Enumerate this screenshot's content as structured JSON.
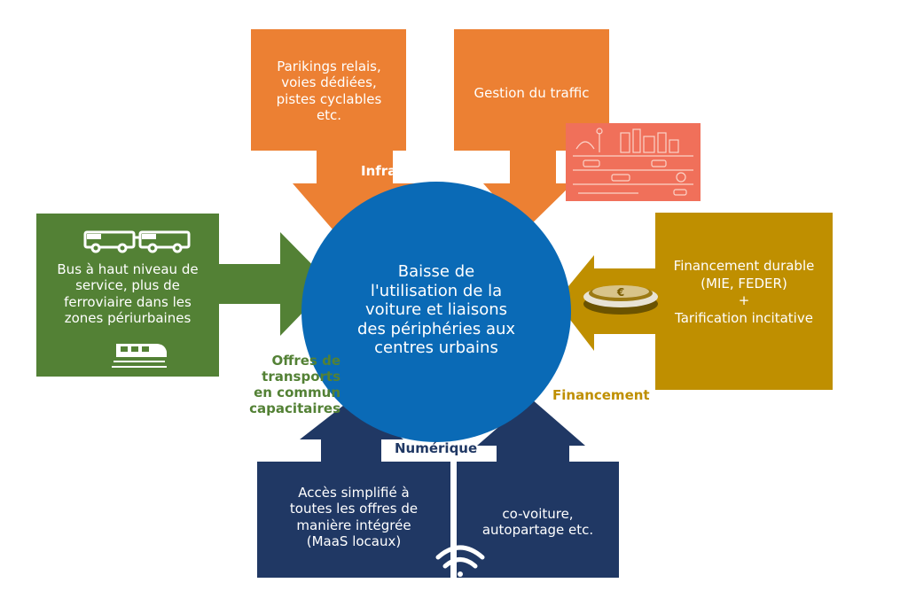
{
  "center": {
    "lines": [
      "Baisse de",
      "l'utilisation de la",
      "voiture et liaisons",
      "des périphéries aux",
      "centres urbains"
    ]
  },
  "infrastructures": {
    "label": "Infrastructures",
    "box1_lines": [
      "Parikings relais,",
      "voies dédiées,",
      "pistes cyclables",
      "etc."
    ],
    "box2_lines": [
      "Gestion du traffic"
    ]
  },
  "transports": {
    "label_lines": [
      "Offres de",
      "transports",
      "en commun",
      "capacitaires"
    ],
    "box_lines": [
      "Bus à haut niveau de",
      "service, plus de",
      "ferroviaire dans les",
      "zones périurbaines"
    ]
  },
  "financement": {
    "label": "Financement",
    "box_lines": [
      "Financement durable",
      "(MIE, FEDER)",
      "+",
      "Tarification incitative"
    ]
  },
  "numerique": {
    "label": "Numérique",
    "box1_lines": [
      "Accès simplifié à",
      "toutes les offres de",
      "manière intégrée",
      "(MaaS locaux)"
    ],
    "box2_lines": [
      "co-voiture,",
      "autopartage etc."
    ]
  },
  "icons": [
    "bus-icon",
    "train-icon",
    "coin-euro-icon",
    "wifi-icon",
    "city-traffic-illustration"
  ],
  "colors": {
    "orange": "#ec8033",
    "green": "#538135",
    "gold": "#bf8f00",
    "navy": "#203864",
    "blue": "#0a6ab6",
    "coral": "#f0705a",
    "green_text": "#538135",
    "gold_text": "#bf8f00",
    "navy_text": "#203864"
  }
}
